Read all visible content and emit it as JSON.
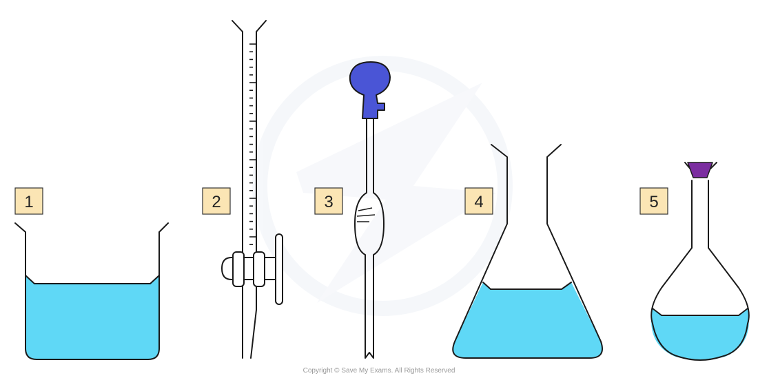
{
  "labels": [
    "1",
    "2",
    "3",
    "4",
    "5"
  ],
  "copyright": "Copyright © Save My Exams. All Rights Reserved",
  "colors": {
    "liquid": "#5fd8f6",
    "pipette_filler": "#4a55d6",
    "stopper": "#7b2da0",
    "label_box": "#fbe5b4",
    "watermark": "#eef2f7"
  }
}
